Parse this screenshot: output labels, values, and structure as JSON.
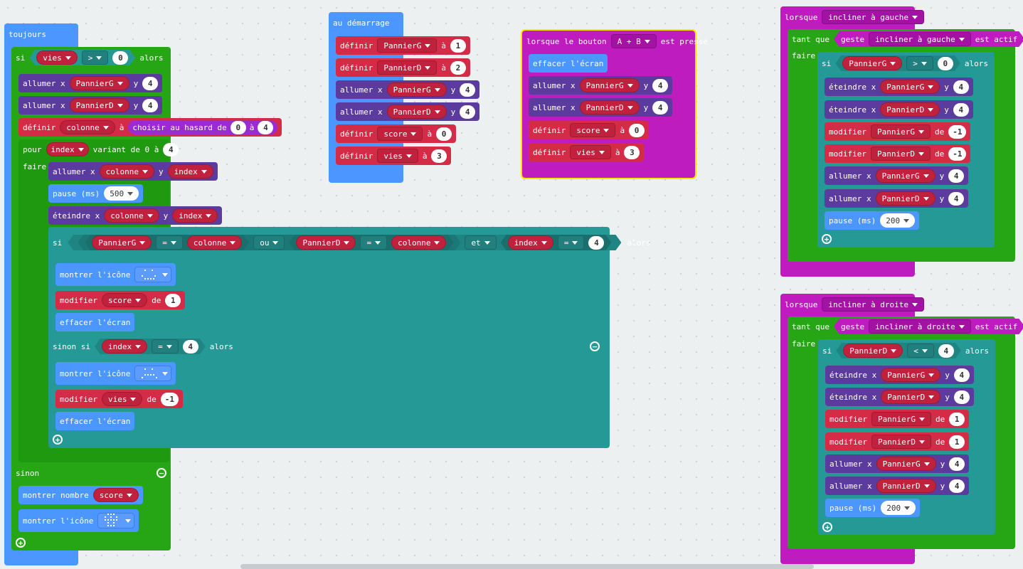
{
  "t": {
    "toujours": "toujours",
    "si": "si",
    "alors": "alors",
    "allumer": "allumer x",
    "eteindre": "éteindre x",
    "y": "y",
    "definir": "définir",
    "a": "à",
    "choisir": "choisir au hasard de",
    "pour": "pour",
    "variant": "variant de 0 à",
    "faire": "faire",
    "pause": "pause (ms)",
    "montrer_icone": "montrer l'icône",
    "modifier": "modifier",
    "de": "de",
    "effacer": "effacer l'écran",
    "sinon_si": "sinon si",
    "sinon": "sinon",
    "montrer_nombre": "montrer nombre",
    "au_demarrage": "au démarrage",
    "lorsque_bouton": "lorsque le bouton",
    "est_presse": "est pressé",
    "lorsque": "lorsque",
    "tant_que": "tant que",
    "geste": "geste",
    "est_actif": "est actif",
    "ou": "ou",
    "et": "et"
  },
  "v": {
    "vies": "vies",
    "score": "score",
    "colonne": "colonne",
    "index": "index",
    "pannierg": "PannierG",
    "pannierd": "PannierD",
    "gt": ">",
    "lt": "<",
    "eq": "=",
    "ab": "A + B",
    "incl_g": "incliner à gauche",
    "incl_d": "incliner à droite",
    "n0": "0",
    "n1": "1",
    "n2": "2",
    "n3": "3",
    "n4": "4",
    "nm1": "-1",
    "p500": "500",
    "p200": "200"
  }
}
